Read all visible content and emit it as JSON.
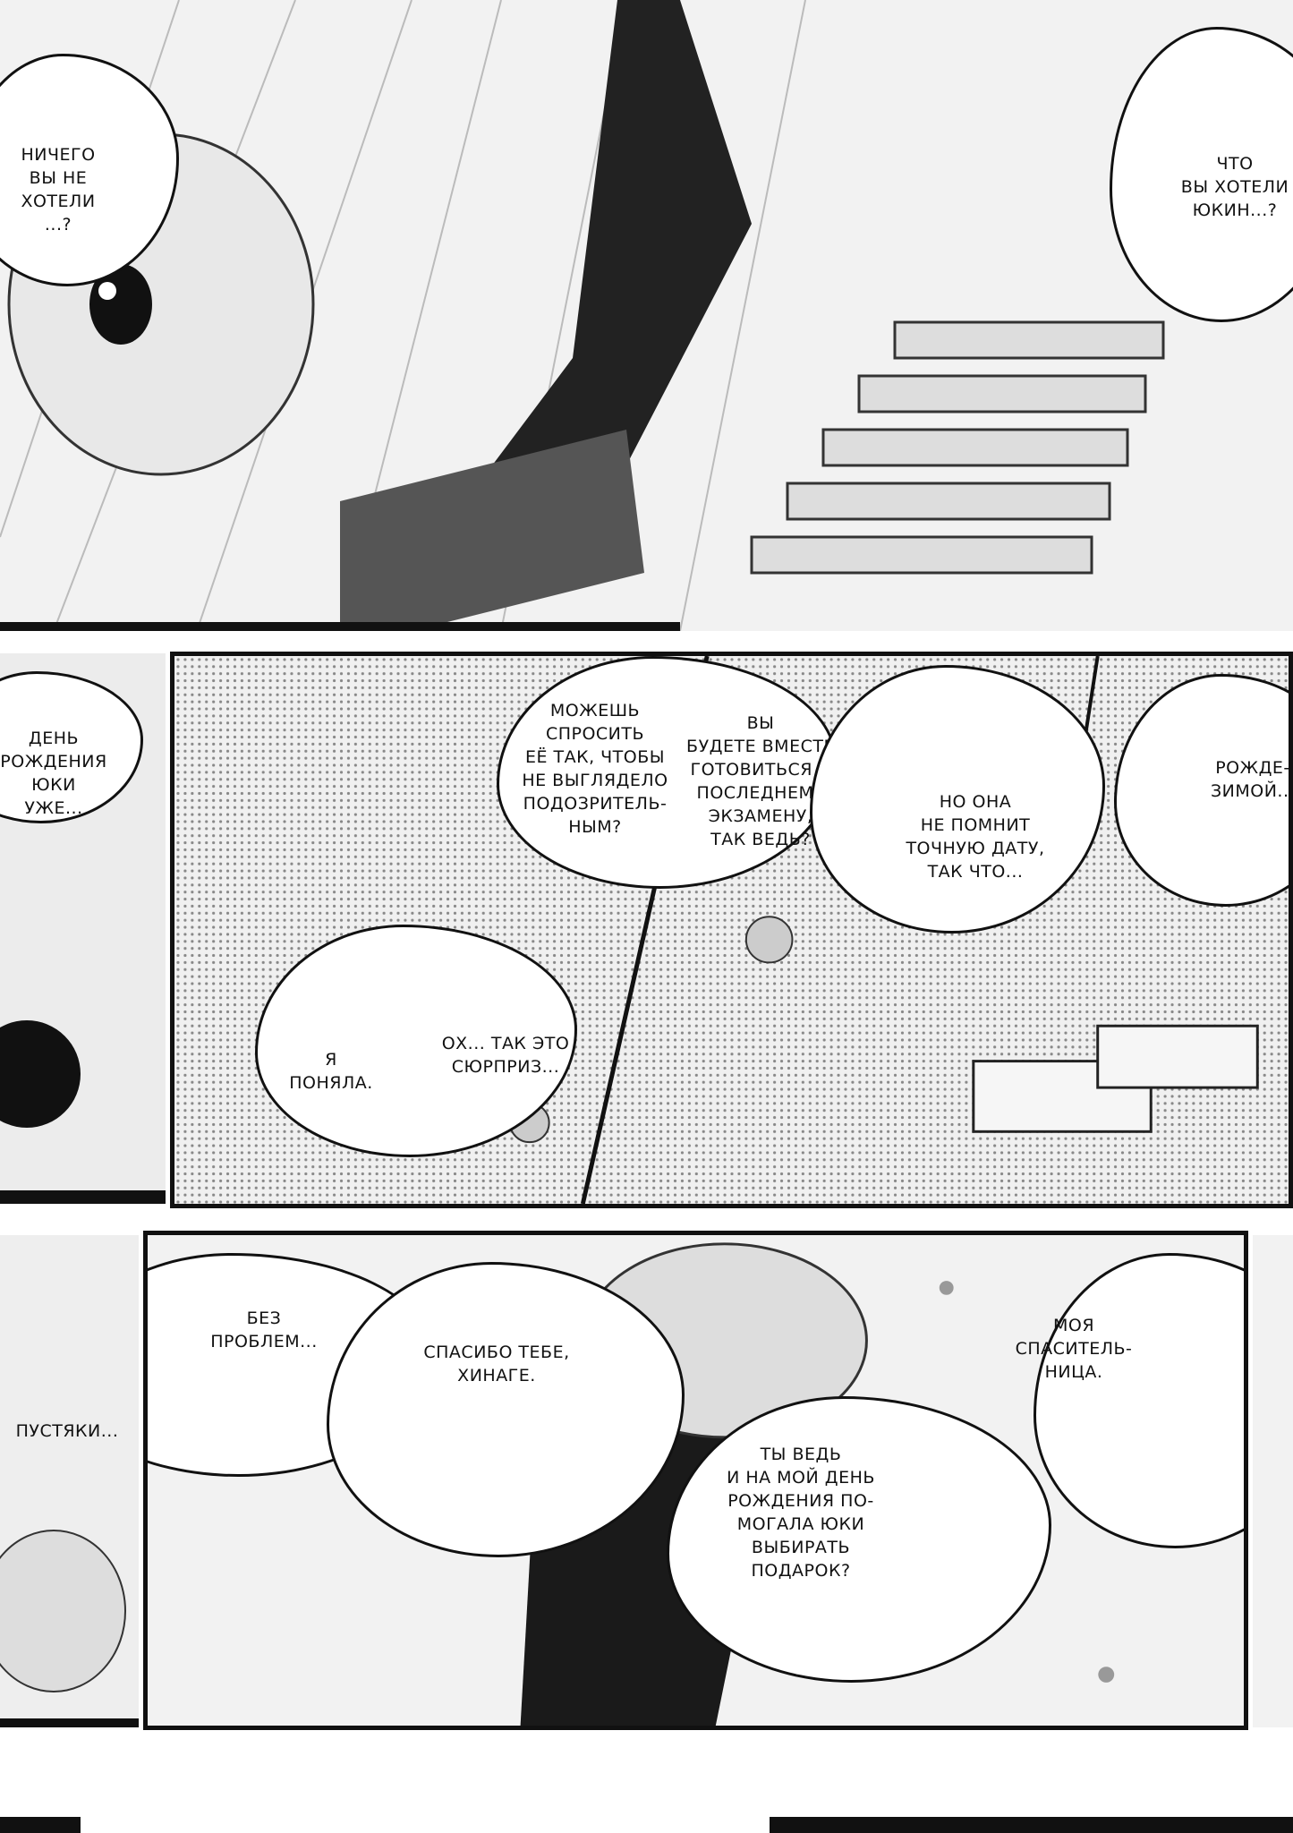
{
  "panel1": {
    "bubble_left": "ничего\nвы не хотели\n...?",
    "bubble_right": "Что\nвы хотели\nюкин...?"
  },
  "panel2": {
    "bubble_left": "день\nрождения юки\nуже...",
    "bubble_mid1": "можешь\nспросить\nеё так, чтобы\nне выглядело\nподозритель-\nным?",
    "bubble_mid2": "вы\nбудете вместе\nготовиться к\nпоследнему\nэкзамену,\nтак ведь?",
    "bubble_mid3": "но она\nне помнит\nточную дату,\nтак что...",
    "bubble_right": "рожде-\nзимой...",
    "bubble_low1": "я\nпоняла.",
    "bubble_low2": "ох... так это\nсюрприз..."
  },
  "panel3": {
    "bubble_1": "без\nпроблем...",
    "bubble_2": "спасибо тебе,\nхинаге.",
    "bubble_3": "моя\nспаситель-\nница.",
    "bubble_left_edge": "пустяки...",
    "bubble_4": "ты ведь\nи на мой день\nрождения по-\nмогала юки\nвыбирать\nподарок?"
  }
}
